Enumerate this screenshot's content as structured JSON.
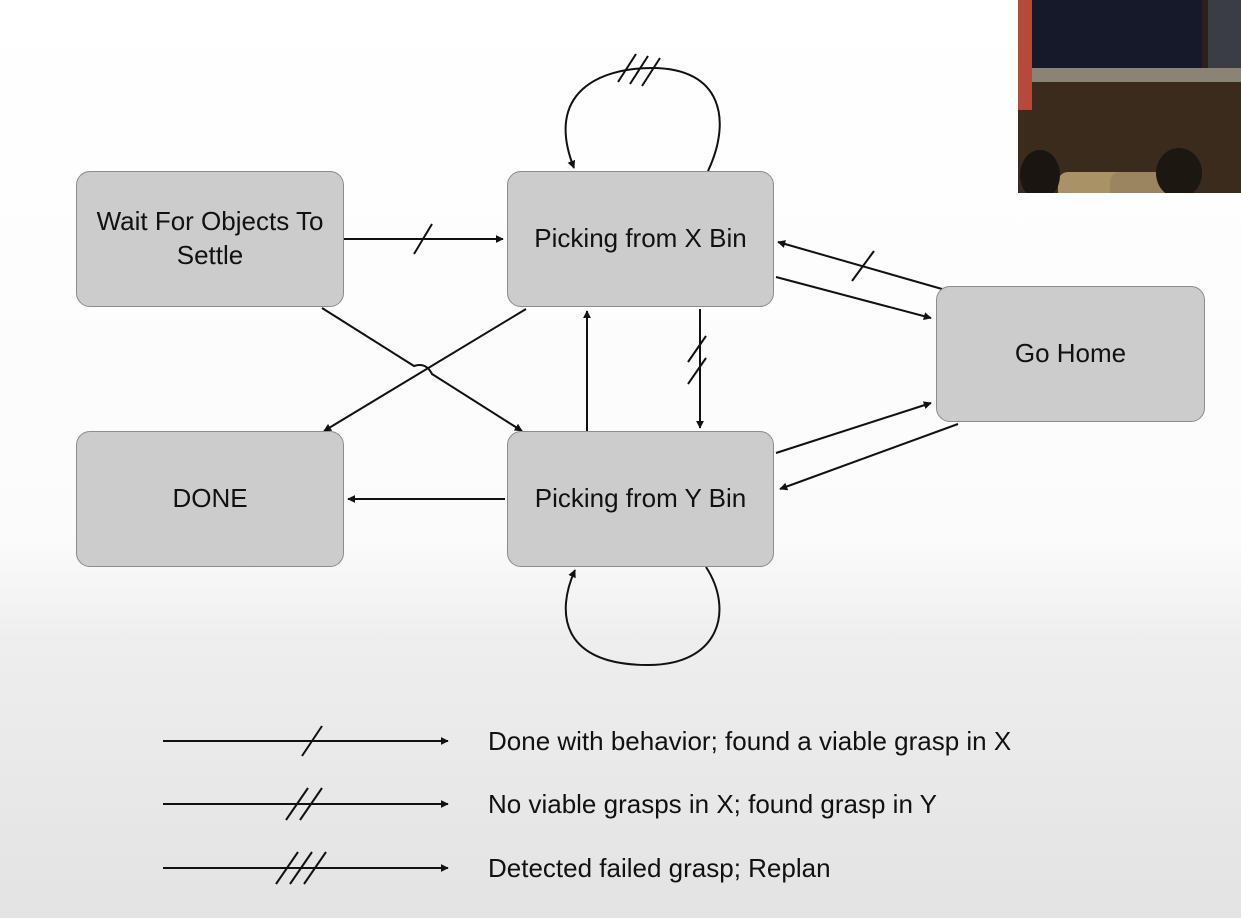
{
  "states": {
    "wait": "Wait For Objects To Settle",
    "picking_x": "Picking from X Bin",
    "go_home": "Go Home",
    "done": "DONE",
    "picking_y": "Picking from Y Bin"
  },
  "legend": [
    {
      "marks": 1,
      "text": "Done with behavior; found a viable grasp in X"
    },
    {
      "marks": 2,
      "text": "No viable grasps in X; found grasp in Y"
    },
    {
      "marks": 3,
      "text": "Detected failed grasp; Replan"
    }
  ],
  "webcam": {
    "visible": true
  }
}
